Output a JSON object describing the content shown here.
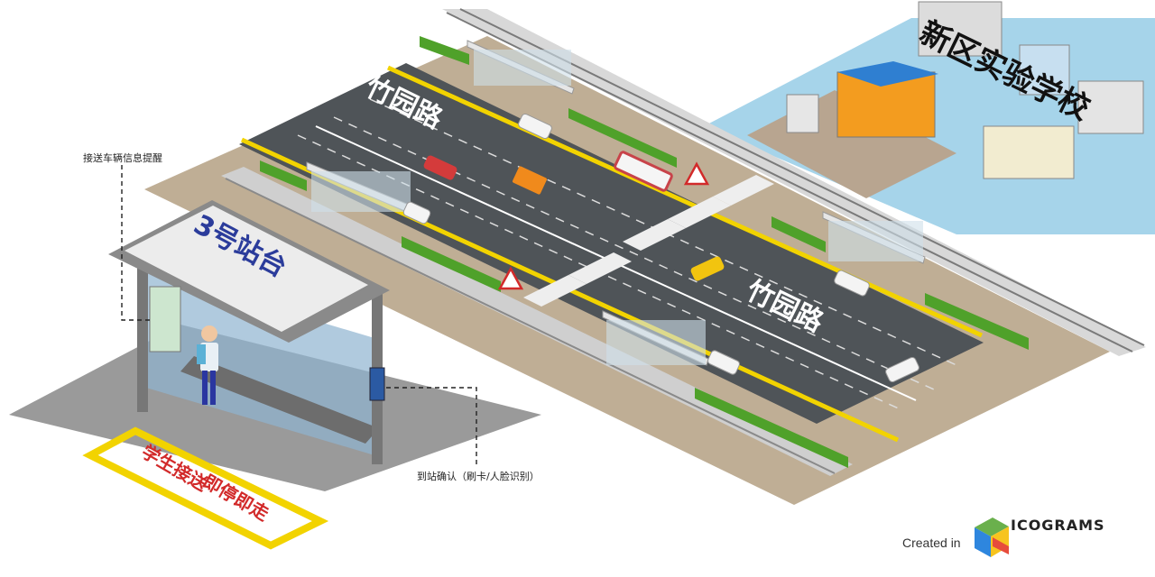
{
  "scene": {
    "school_name": "新区实验学校",
    "road_name_upper": "竹园路",
    "road_name_lower": "竹园路",
    "station_sign": "3号站台",
    "pickup_zone_text_1": "学生接送",
    "pickup_zone_text_2": "即停即走"
  },
  "annotations": {
    "info_reminder": "接送车辆信息提醒",
    "arrival_confirm": "到站确认（刷卡/人脸识别）"
  },
  "credit": {
    "created_in": "Created in",
    "brand": "ICOGRAMS"
  },
  "colors": {
    "road": "#505559",
    "lane_yellow": "#f2d300",
    "sidewalk": "#b9a58e",
    "school_ground": "#a6d4ea",
    "station_blue": "#2b3c9b",
    "pickup_red": "#d22a2a",
    "hedge_green": "#4fa12a"
  }
}
